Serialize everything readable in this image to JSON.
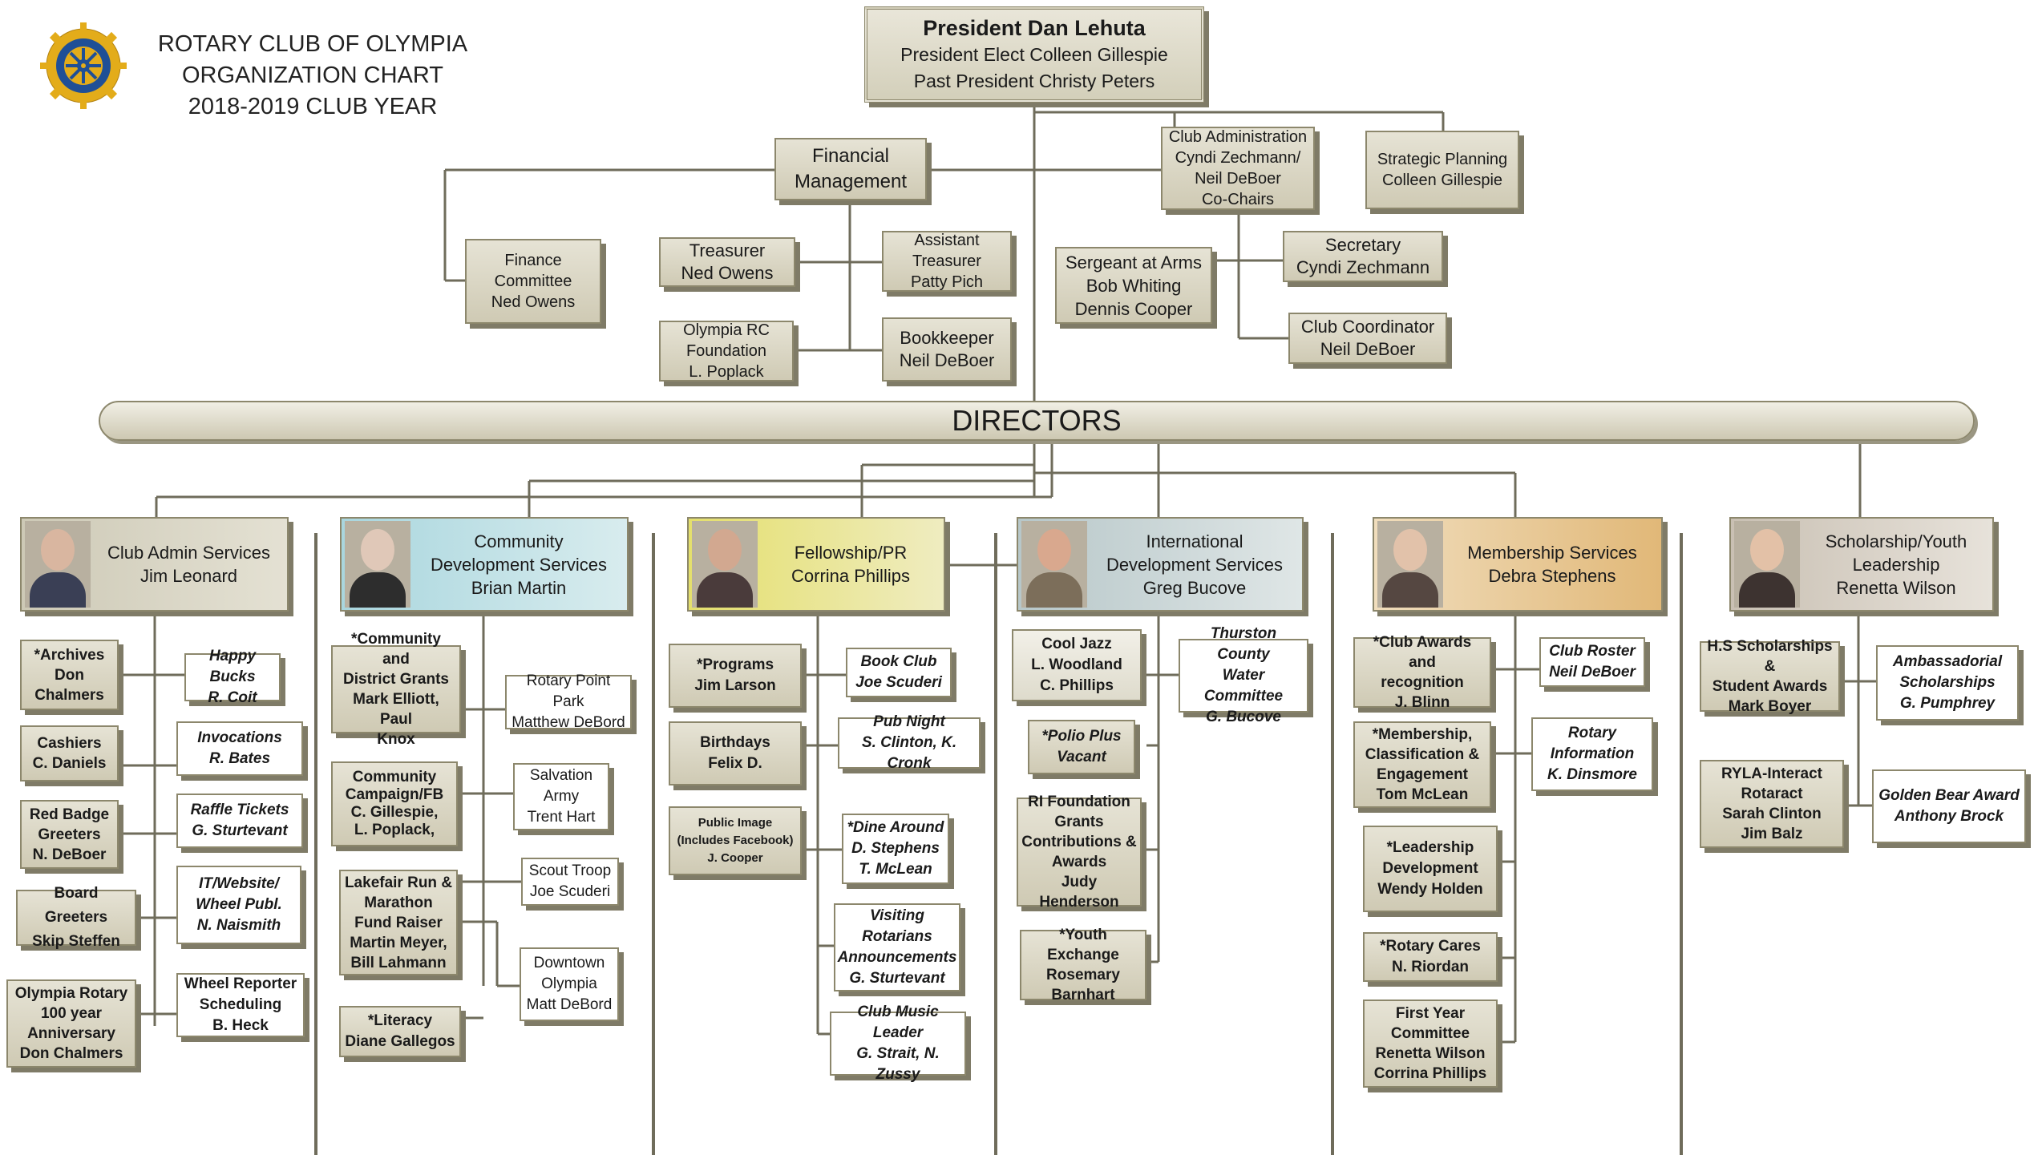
{
  "header": {
    "title_lines": [
      "ROTARY CLUB OF OLYMPIA",
      "ORGANIZATION CHART",
      "2018-2019 CLUB YEAR"
    ]
  },
  "president": {
    "line1": "President  Dan Lehuta",
    "line2": "President Elect Colleen Gillespie",
    "line3": "Past President Christy Peters"
  },
  "top_boxes": {
    "financial": [
      "Financial",
      "Management"
    ],
    "finance_committee": [
      "Finance",
      "Committee",
      "Ned Owens"
    ],
    "treasurer": [
      "Treasurer",
      "Ned Owens"
    ],
    "assistant_treasurer": [
      "Assistant",
      "Treasurer",
      "Patty Pich"
    ],
    "foundation": [
      "Olympia RC",
      "Foundation",
      "L. Poplack"
    ],
    "bookkeeper": [
      "Bookkeeper",
      "Neil DeBoer"
    ],
    "club_admin": [
      "Club Administration",
      "Cyndi Zechmann/",
      "Neil DeBoer",
      "Co-Chairs"
    ],
    "strategic": [
      "Strategic Planning",
      "Colleen Gillespie"
    ],
    "sergeant": [
      "Sergeant at Arms",
      "Bob Whiting",
      "Dennis Cooper"
    ],
    "secretary": [
      "Secretary",
      "Cyndi Zechmann"
    ],
    "coordinator": [
      "Club Coordinator",
      "Neil DeBoer"
    ]
  },
  "directors_label": "DIRECTORS",
  "columns": [
    {
      "header": [
        "Club Admin Services",
        "Jim Leonard"
      ],
      "left": [
        [
          "*Archives",
          "Don",
          "Chalmers"
        ],
        [
          "Cashiers",
          "C. Daniels"
        ],
        [
          "Red Badge",
          "Greeters",
          "N. DeBoer"
        ],
        [
          "Board Greeters",
          "Skip Steffen"
        ],
        [
          "Olympia Rotary",
          "100 year",
          "Anniversary",
          "Don Chalmers"
        ]
      ],
      "right": [
        [
          "Happy Bucks",
          "R. Coit"
        ],
        [
          "Invocations",
          "R. Bates"
        ],
        [
          "Raffle Tickets",
          "G. Sturtevant"
        ],
        [
          "IT/Website/",
          "Wheel Publ.",
          "N. Naismith"
        ],
        [
          "Wheel Reporter",
          "Scheduling",
          "B. Heck"
        ]
      ]
    },
    {
      "header": [
        "Community",
        "Development Services",
        "Brian Martin"
      ],
      "left": [
        [
          "*Community and",
          "District Grants",
          "Mark Elliott, Paul",
          "Knox"
        ],
        [
          "Community",
          "Campaign/FB",
          "C. Gillespie,",
          "L. Poplack,"
        ],
        [
          "Lakefair Run &",
          "Marathon",
          "Fund Raiser",
          "Martin Meyer,",
          "Bill Lahmann"
        ],
        [
          "*Literacy",
          "Diane Gallegos"
        ]
      ],
      "right": [
        [
          "Rotary Point Park",
          "Matthew DeBord"
        ],
        [
          "Salvation",
          "Army",
          "Trent Hart"
        ],
        [
          "Scout Troop",
          "Joe Scuderi"
        ],
        [
          "Downtown",
          "Olympia",
          "Matt DeBord"
        ]
      ]
    },
    {
      "header": [
        "Fellowship/PR",
        "Corrina Phillips"
      ],
      "left": [
        [
          "*Programs",
          "Jim Larson"
        ],
        [
          "Birthdays",
          "Felix D."
        ],
        [
          "Public Image",
          "(Includes Facebook)",
          "J. Cooper"
        ]
      ],
      "right": [
        [
          "Book Club",
          "Joe Scuderi"
        ],
        [
          "Pub Night",
          "S. Clinton, K. Cronk"
        ],
        [
          "*Dine Around",
          "D. Stephens",
          "T. McLean"
        ],
        [
          "Visiting",
          "Rotarians",
          "Announcements",
          "G. Sturtevant"
        ],
        [
          "Club Music Leader",
          "G. Strait, N. Zussy"
        ]
      ]
    },
    {
      "header": [
        "International",
        "Development Services",
        "Greg Bucove"
      ],
      "left": [
        [
          "Cool Jazz",
          "L. Woodland",
          "C. Phillips"
        ],
        [
          "*Polio Plus",
          "Vacant"
        ],
        [
          "RI Foundation",
          "Grants",
          "Contributions &",
          "Awards",
          "Judy Henderson"
        ],
        [
          "*Youth Exchange",
          "Rosemary",
          "Barnhart"
        ]
      ],
      "right": [
        [
          "Thurston County",
          "Water Committee",
          "G. Bucove"
        ]
      ]
    },
    {
      "header": [
        "Membership Services",
        "Debra Stephens"
      ],
      "left": [
        [
          "*Club Awards and",
          "recognition",
          "J. Blinn"
        ],
        [
          "*Membership,",
          "Classification &",
          "Engagement",
          "Tom McLean"
        ],
        [
          "*Leadership",
          "Development",
          "Wendy Holden"
        ],
        [
          "*Rotary Cares",
          "N. Riordan"
        ],
        [
          "First Year",
          "Committee",
          "Renetta Wilson",
          "Corrina Phillips"
        ]
      ],
      "right": [
        [
          "Club Roster",
          "Neil DeBoer"
        ],
        [
          "Rotary",
          "Information",
          "K. Dinsmore"
        ]
      ]
    },
    {
      "header": [
        "Scholarship/Youth",
        "Leadership",
        "Renetta Wilson"
      ],
      "left": [
        [
          "H.S Scholarships &",
          "Student Awards",
          "Mark Boyer"
        ],
        [
          "RYLA-Interact",
          "Rotaract",
          "Sarah Clinton",
          "Jim Balz"
        ]
      ],
      "right": [
        [
          "Ambassadorial",
          "Scholarships",
          "G. Pumphrey"
        ],
        [
          "Golden Bear Award",
          "Anthony Brock"
        ]
      ]
    }
  ],
  "colors": {
    "line": "#6f6c5b",
    "box_border": "#8c876c",
    "header_tints": [
      "#d9d6c6",
      "#b9dde3",
      "#e2de86",
      "#c5d2d4",
      "#e6c58f",
      "#d4ccbf"
    ]
  }
}
